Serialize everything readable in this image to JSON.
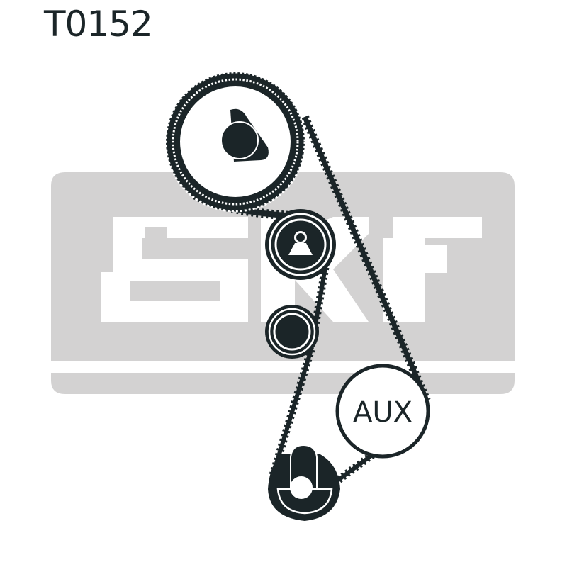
{
  "part_number": "T0152",
  "watermark": {
    "brand": "SKF",
    "background_color": "#d3d2d2",
    "letter_color": "#ffffff"
  },
  "diagram": {
    "ink_color": "#1b2528",
    "components": [
      {
        "id": "camshaft-pulley",
        "type": "toothed-sprocket",
        "label": ""
      },
      {
        "id": "tensioner-pulley",
        "type": "idler-tensioner",
        "label": ""
      },
      {
        "id": "idler-pulley",
        "type": "idler",
        "label": ""
      },
      {
        "id": "auxiliary-pulley",
        "type": "plain-pulley",
        "label": "AUX"
      },
      {
        "id": "crankshaft-pulley",
        "type": "toothed-sprocket",
        "label": ""
      }
    ],
    "aux_label": "AUX"
  }
}
